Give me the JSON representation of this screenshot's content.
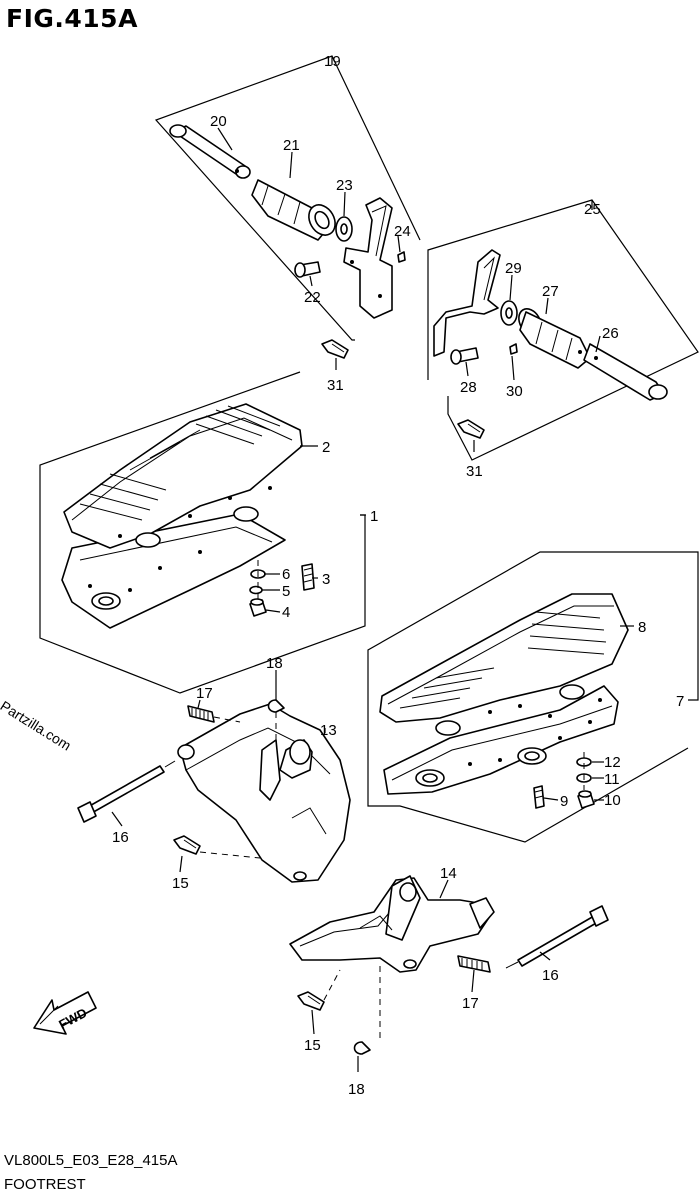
{
  "figure": {
    "title": "FIG.415A",
    "code": "VL800L5_E03_E28_415A",
    "name": "FOOTREST",
    "watermark": "© Partzilla.com",
    "fwd_label": "FWD"
  },
  "callouts": {
    "c1": "1",
    "c2": "2",
    "c3": "3",
    "c4": "4",
    "c5": "5",
    "c6": "6",
    "c7": "7",
    "c8": "8",
    "c9": "9",
    "c10": "10",
    "c11": "11",
    "c12": "12",
    "c13": "13",
    "c14": "14",
    "c15a": "15",
    "c15b": "15",
    "c16a": "16",
    "c16b": "16",
    "c17a": "17",
    "c17b": "17",
    "c18a": "18",
    "c18b": "18",
    "c19": "19",
    "c20": "20",
    "c21": "21",
    "c22": "22",
    "c23": "23",
    "c24": "24",
    "c25": "25",
    "c26": "26",
    "c27": "27",
    "c28": "28",
    "c29": "29",
    "c30": "30",
    "c31a": "31",
    "c31b": "31"
  }
}
